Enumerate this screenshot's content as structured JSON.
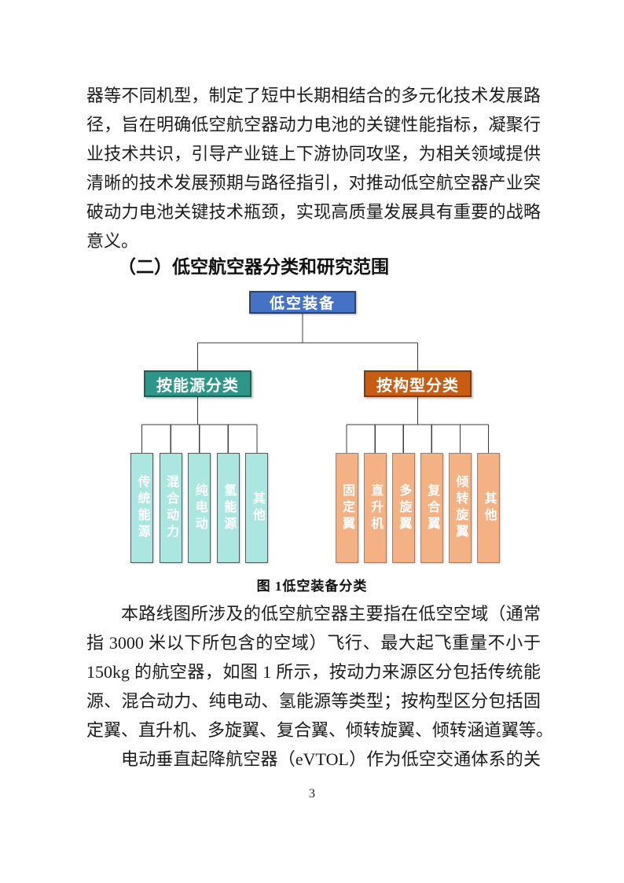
{
  "page": {
    "number": "3"
  },
  "paragraph_top": {
    "lines": [
      "器等不同机型，制定了短中长期相结合的多元化技术发展路",
      "径，旨在明确低空航空器动力电池的关键性能指标，凝聚行",
      "业技术共识，引导产业链上下游协同攻坚，为相关领域提供",
      "清晰的技术发展预期与路径指引，对推动低空航空器产业突",
      "破动力电池关键技术瓶颈，实现高质量发展具有重要的战略",
      "意义。"
    ]
  },
  "heading": "（二）低空航空器分类和研究范围",
  "figure": {
    "caption": "图 1低空装备分类",
    "root": {
      "label": "低空装备",
      "fill": "#4472C4"
    },
    "branches": [
      {
        "label": "按能源分类",
        "fill": "#2E9688",
        "child_fill": "#ABE7E0",
        "children": [
          "传统能源",
          "混合动力",
          "纯电动",
          "氢能源",
          "其他"
        ]
      },
      {
        "label": "按构型分类",
        "fill": "#C85C13",
        "child_fill": "#F4B183",
        "children": [
          "固定翼",
          "直升机",
          "多旋翼",
          "复合翼",
          "倾转旋翼",
          "其他"
        ]
      }
    ],
    "connector_color": "#3d3d3d"
  },
  "paragraph_mid": {
    "lines": [
      "本路线图所涉及的低空航空器主要指在低空空域（通常",
      "指 3000 米以下所包含的空域）飞行、最大起飞重量不小于",
      "150kg 的航空器，如图 1 所示，按动力来源区分包括传统能",
      "源、混合动力、纯电动、氢能源等类型；按构型区分包括固",
      "定翼、直升机、多旋翼、复合翼、倾转旋翼、倾转涵道翼等。"
    ]
  },
  "paragraph_bottom": {
    "lines": [
      "电动垂直起降航空器（eVTOL）作为低空交通体系的关"
    ]
  }
}
